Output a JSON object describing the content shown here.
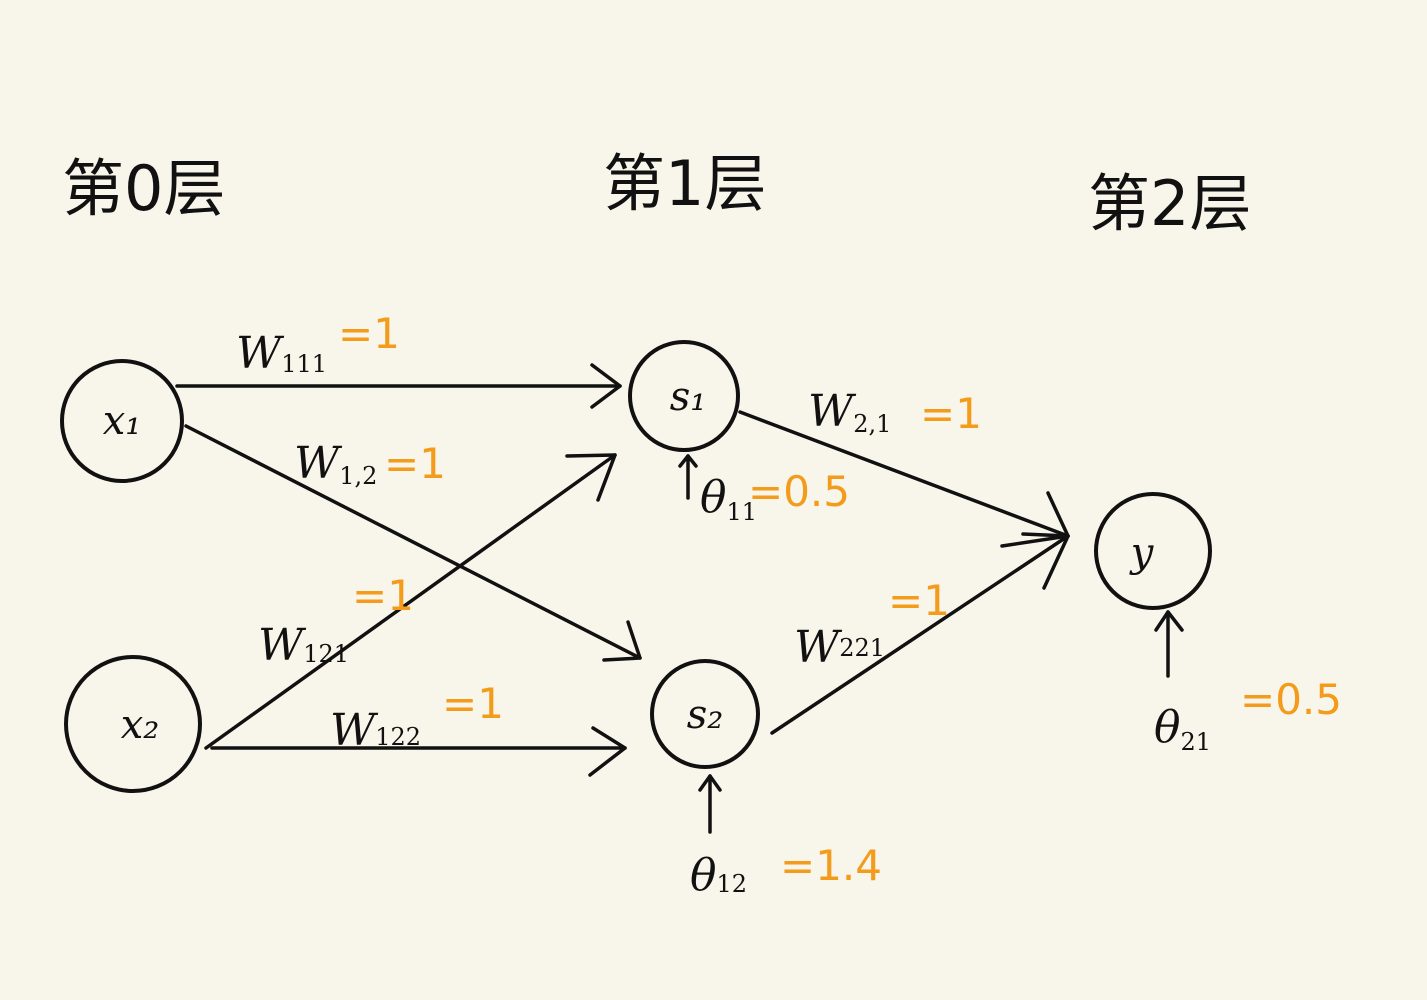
{
  "layers": [
    {
      "title": "第0层"
    },
    {
      "title": "第1层"
    },
    {
      "title": "第2层"
    }
  ],
  "nodes": [
    {
      "id": "x1",
      "label": "x₁"
    },
    {
      "id": "x2",
      "label": "x₂"
    },
    {
      "id": "s1",
      "label": "s₁"
    },
    {
      "id": "s2",
      "label": "s₂"
    },
    {
      "id": "y",
      "label": "y"
    }
  ],
  "weights": [
    {
      "id": "w111",
      "from": "x1",
      "to": "s1",
      "symbol": "W",
      "sub": "111",
      "value": "=1"
    },
    {
      "id": "w112",
      "from": "x1",
      "to": "s2",
      "symbol": "W",
      "sub": "1,2",
      "value": "=1"
    },
    {
      "id": "w121",
      "from": "x2",
      "to": "s1",
      "symbol": "W",
      "sub": "121",
      "value": "=1"
    },
    {
      "id": "w122",
      "from": "x2",
      "to": "s2",
      "symbol": "W",
      "sub": "122",
      "value": "=1"
    },
    {
      "id": "w211",
      "from": "s1",
      "to": "y",
      "symbol": "W",
      "sub": "2,1",
      "value": "=1"
    },
    {
      "id": "w221",
      "from": "s2",
      "to": "y",
      "symbol": "W",
      "sub": "221",
      "value": "=1"
    }
  ],
  "thresholds": [
    {
      "id": "theta11",
      "node": "s1",
      "symbol": "θ",
      "sub": "11",
      "value": "=0.5"
    },
    {
      "id": "theta12",
      "node": "s2",
      "symbol": "θ",
      "sub": "12",
      "value": "=1.4"
    },
    {
      "id": "theta21",
      "node": "y",
      "symbol": "θ",
      "sub": "21",
      "value": "=0.5"
    }
  ],
  "colors": {
    "background": "#f8f5ea",
    "ink": "#111111",
    "value": "#f39b1a"
  }
}
